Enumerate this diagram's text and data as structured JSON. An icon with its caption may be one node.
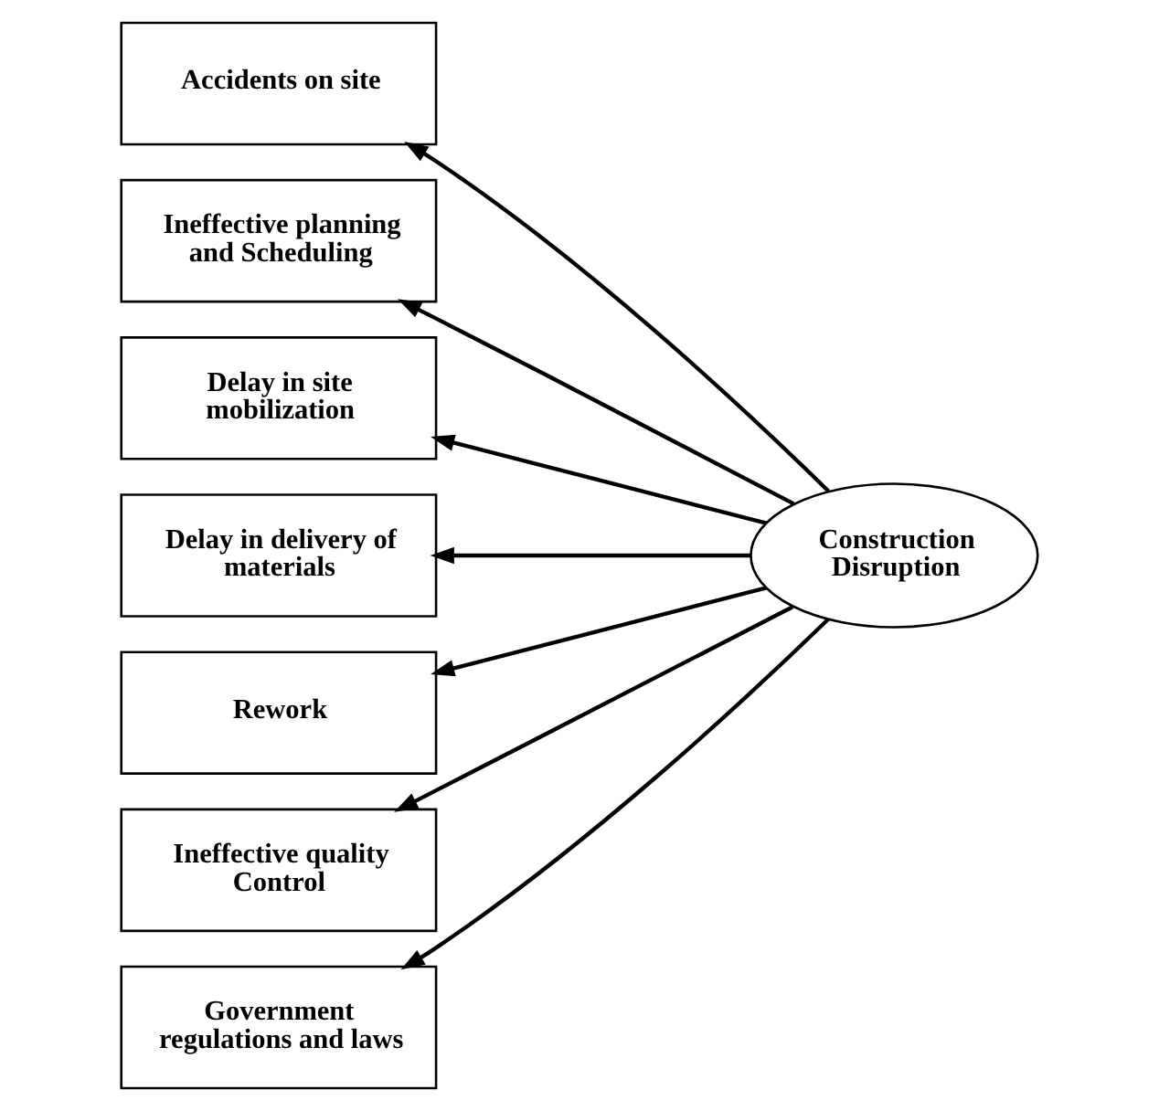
{
  "diagram": {
    "nodes": [
      {
        "text": [
          "Construction Disruption"
        ]
      },
      {
        "text": [
          "Accidents on site"
        ]
      },
      {
        "text": [
          "Ineffective planning and Scheduling"
        ]
      },
      {
        "text": [
          "Delay in site mobilization"
        ]
      },
      {
        "text": [
          "Delay in delivery of materials"
        ]
      },
      {
        "text": [
          "Rework"
        ]
      },
      {
        "text": [
          "Ineffective quality Control"
        ]
      },
      {
        "text": [
          "Government regulations and laws"
        ]
      }
    ],
    "edges": [
      {
        "from": 0,
        "to": 1,
        "arrow": "to"
      },
      {
        "from": 0,
        "to": 2,
        "arrow": "to"
      },
      {
        "from": 0,
        "to": 3,
        "arrow": "to"
      },
      {
        "from": 0,
        "to": 4,
        "arrow": "to"
      },
      {
        "from": 0,
        "to": 5,
        "arrow": "to"
      },
      {
        "from": 0,
        "to": 6,
        "arrow": "to"
      },
      {
        "from": 0,
        "to": 7,
        "arrow": "to"
      }
    ]
  }
}
